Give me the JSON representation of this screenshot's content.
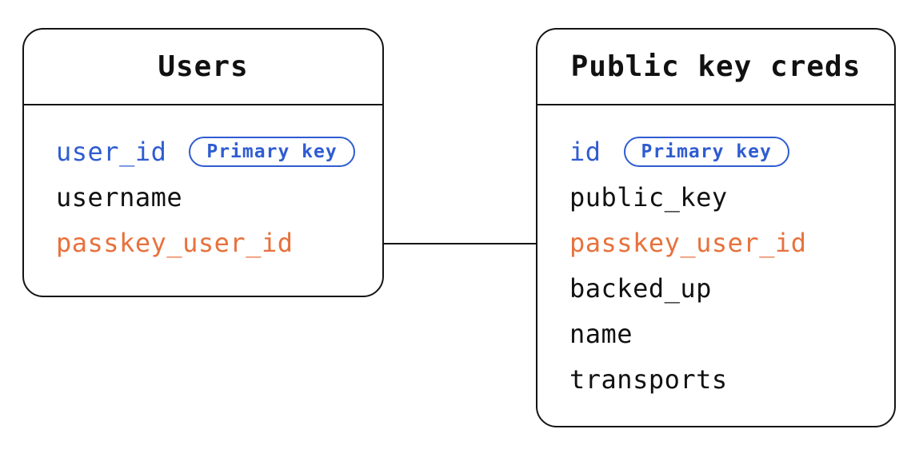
{
  "colors": {
    "accent_blue": "#2f5cd1",
    "accent_orange": "#e8713c",
    "ink": "#111111",
    "line": "#141414",
    "background": "#ffffff"
  },
  "tables": [
    {
      "title": "Users",
      "fields": [
        {
          "name": "user_id",
          "color": "#2f5cd1",
          "badge": "Primary key"
        },
        {
          "name": "username",
          "color": "#111111"
        },
        {
          "name": "passkey_user_id",
          "color": "#e8713c"
        }
      ]
    },
    {
      "title": "Public key creds",
      "fields": [
        {
          "name": "id",
          "color": "#2f5cd1",
          "badge": "Primary key"
        },
        {
          "name": "public_key",
          "color": "#111111"
        },
        {
          "name": "passkey_user_id",
          "color": "#e8713c"
        },
        {
          "name": "backed_up",
          "color": "#111111"
        },
        {
          "name": "name",
          "color": "#111111"
        },
        {
          "name": "transports",
          "color": "#111111"
        }
      ]
    }
  ],
  "relationship": {
    "from_table": "Users",
    "from_field": "passkey_user_id",
    "to_table": "Public key creds",
    "to_field": "passkey_user_id"
  }
}
